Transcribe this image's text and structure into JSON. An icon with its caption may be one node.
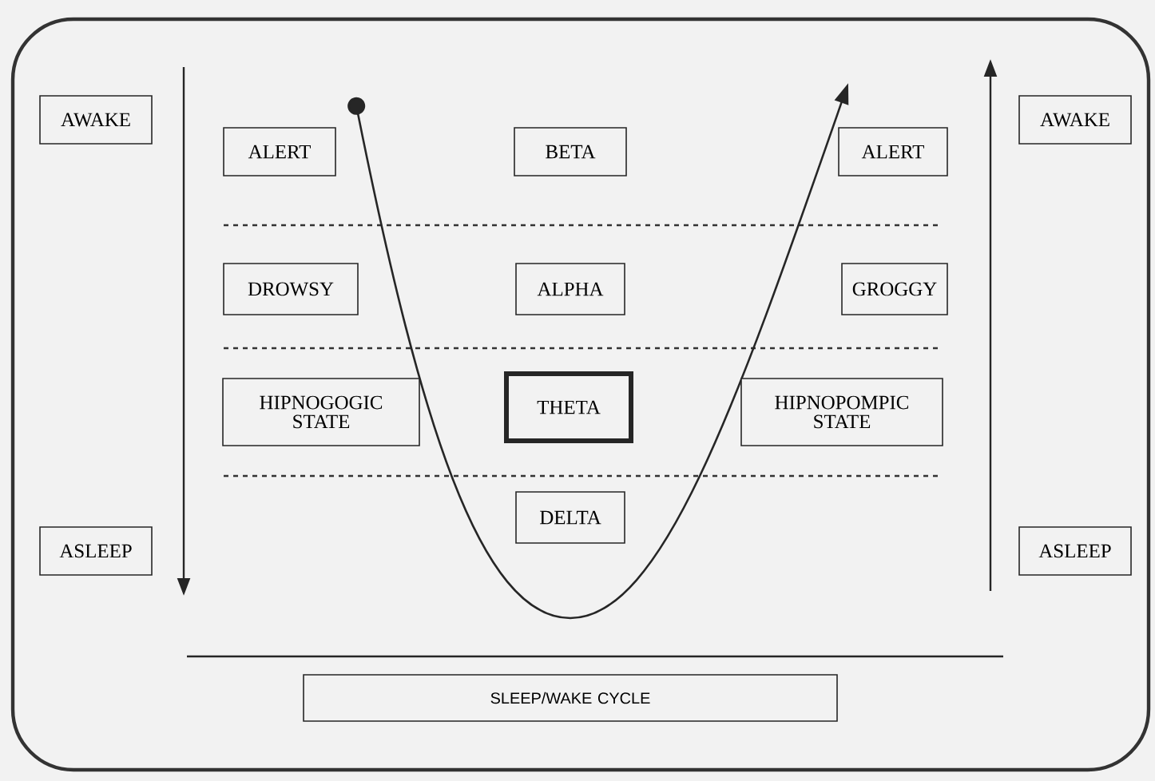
{
  "diagram": {
    "nodes": [
      {
        "text": [
          "AWAKE"
        ]
      },
      {
        "text": [
          "ALERT"
        ]
      },
      {
        "text": [
          "BETA"
        ]
      },
      {
        "text": [
          "ALERT"
        ]
      },
      {
        "text": [
          "AWAKE"
        ]
      },
      {
        "text": [
          "DROWSY"
        ]
      },
      {
        "text": [
          "ALPHA"
        ]
      },
      {
        "text": [
          "GROGGY"
        ]
      },
      {
        "text": [
          "HIPNOGOGIC STATE"
        ]
      },
      {
        "text": [
          "THETA"
        ]
      },
      {
        "text": [
          "HIPNOPOMPIC STATE"
        ]
      },
      {
        "text": [
          "DELTA"
        ]
      },
      {
        "text": [
          "ASLEEP"
        ]
      },
      {
        "text": [
          "ASLEEP"
        ]
      },
      {
        "text": [
          "SLEEP/WAKE CYCLE"
        ]
      }
    ]
  }
}
